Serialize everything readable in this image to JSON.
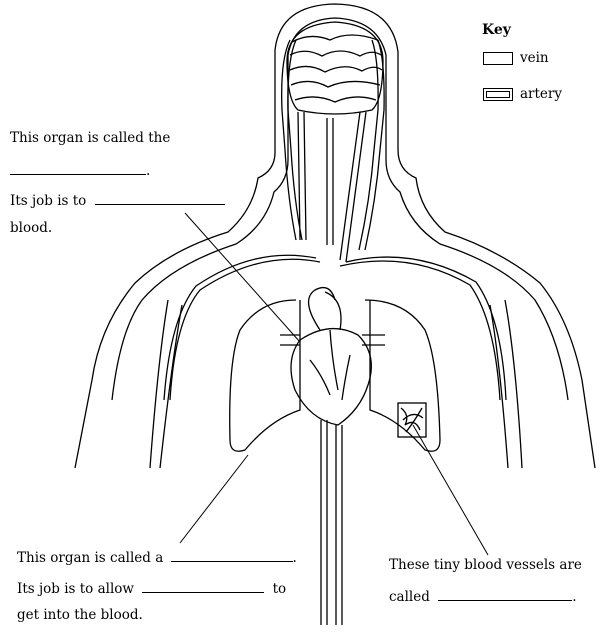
{
  "key": {
    "title": "Key",
    "items": [
      {
        "label": "vein"
      },
      {
        "label": "artery"
      }
    ]
  },
  "brain_label": {
    "line1": "This organ is called the",
    "line1_suffix": ".",
    "line2_prefix": "Its job is to",
    "line3": "blood."
  },
  "lungs_label": {
    "line1_prefix": "This organ is called a",
    "line1_suffix": ".",
    "line2_prefix": "Its job is to allow",
    "line2_suffix": "to",
    "line3": "get into the blood."
  },
  "capillary_label": {
    "line1": "These tiny blood vessels are",
    "line2_prefix": "called",
    "line2_suffix": "."
  }
}
